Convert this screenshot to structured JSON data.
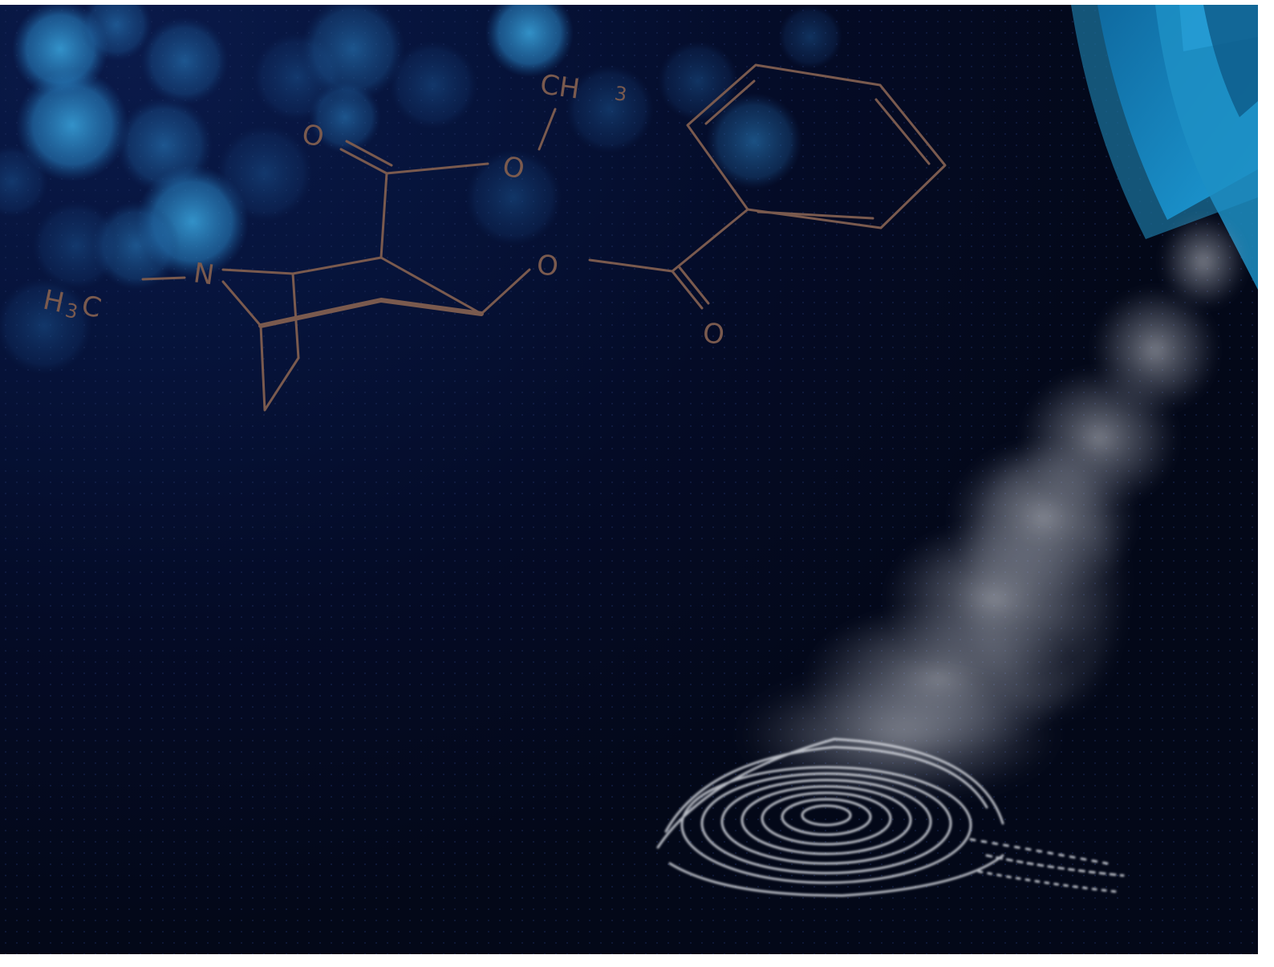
{
  "molecule": {
    "labels": {
      "methyl_top": "CH",
      "methyl_top_sub": "3",
      "methyl_left_h": "H",
      "methyl_left_sub": "3",
      "methyl_left_c": "C",
      "nitrogen": "N",
      "carbonyl_o_top": "O",
      "ester_o_top": "O",
      "ester_o_mid": "O",
      "carbonyl_o_bottom": "O"
    }
  },
  "colors": {
    "background_dark": "#030818",
    "background_navy": "#0a1a4a",
    "bokeh_blue": "#2a8fd0",
    "molecule_stroke": "#7a5a4e",
    "swoosh_blue": "#1f8fc4",
    "powder_gray": "#c9cdd6"
  },
  "icons": {
    "molecule": "cocaine-structure-illustration",
    "fingerprint": "fingerprint-icon",
    "powder": "powder-stream-illustration",
    "corner_arc": "corner-arc-decoration"
  }
}
